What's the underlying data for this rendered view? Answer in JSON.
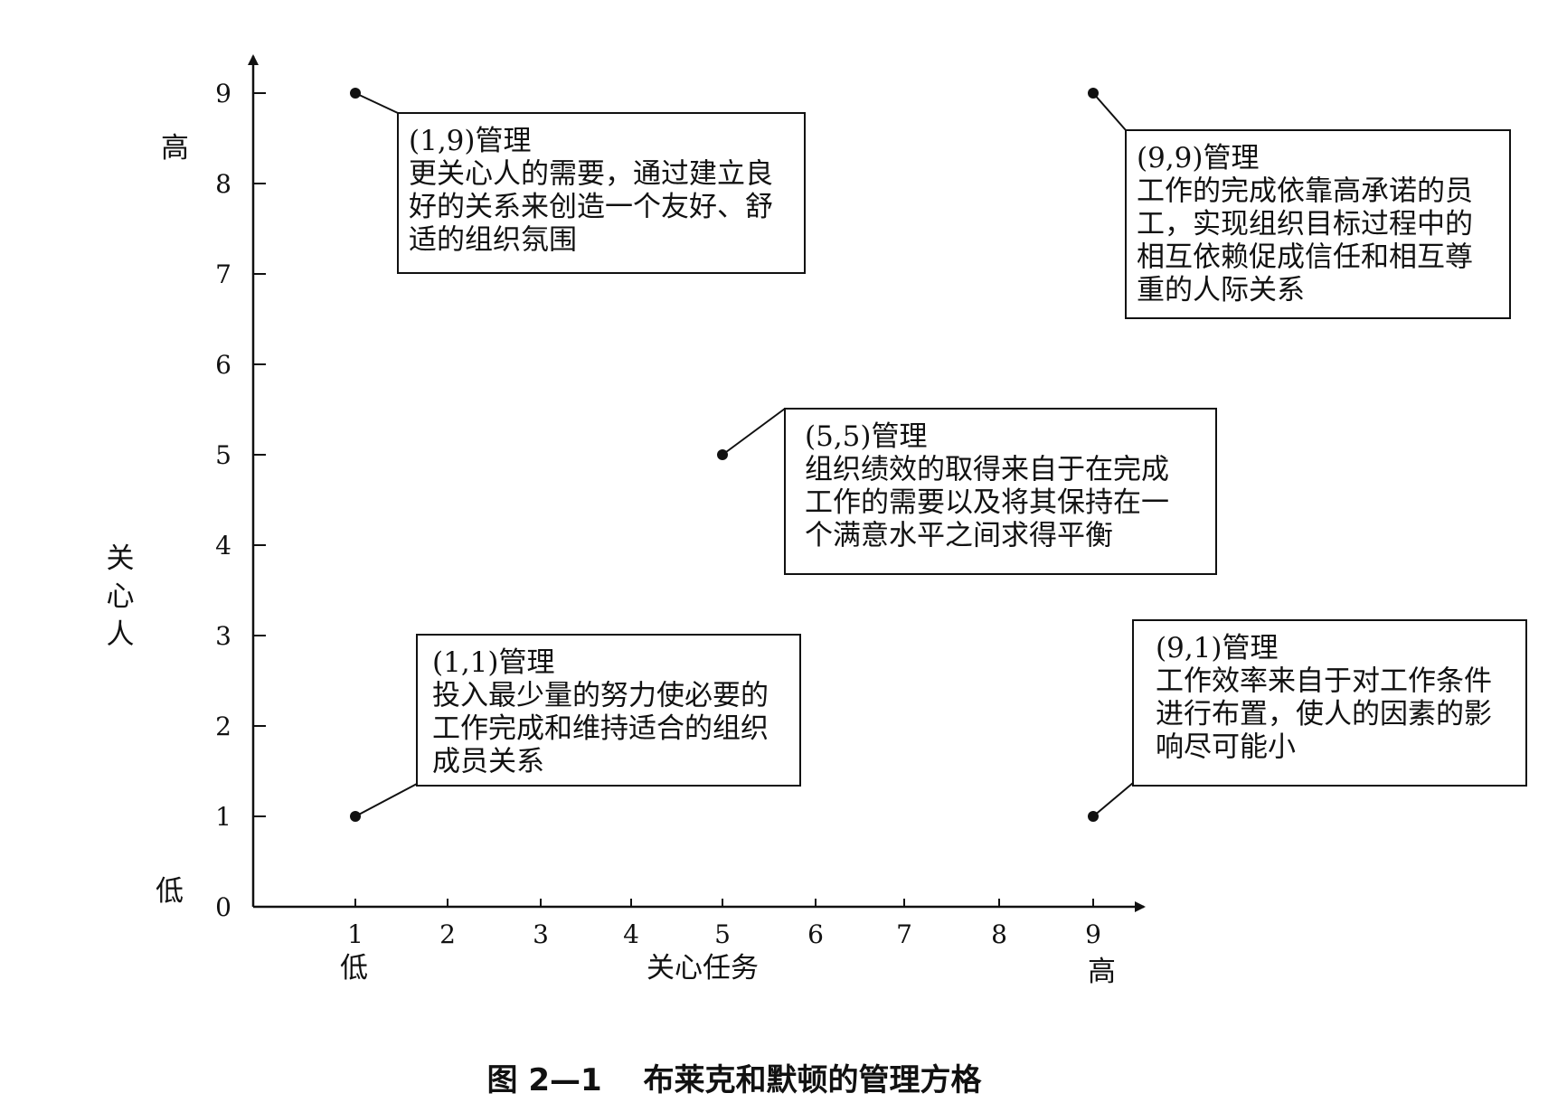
{
  "figure": {
    "caption": "图 2—1　 布莱克和默顿的管理方格"
  },
  "axes": {
    "x_title": "关心任务",
    "y_title": "关心人",
    "x_low": "低",
    "x_high": "高",
    "y_low": "低",
    "y_high": "高",
    "x_ticks": [
      "1",
      "2",
      "3",
      "4",
      "5",
      "6",
      "7",
      "8",
      "9"
    ],
    "y_ticks": [
      "0",
      "1",
      "2",
      "3",
      "4",
      "5",
      "6",
      "7",
      "8",
      "9"
    ]
  },
  "styles": [
    {
      "id": "1-9",
      "x": 1,
      "y": 9,
      "title": "(1,9)管理",
      "lines": [
        "更关心人的需要，通过建立良",
        "好的关系来创造一个友好、舒",
        "适的组织氛围"
      ]
    },
    {
      "id": "9-9",
      "x": 9,
      "y": 9,
      "title": "(9,9)管理",
      "lines": [
        "工作的完成依靠高承诺的员",
        "工，实现组织目标过程中的",
        "相互依赖促成信任和相互尊",
        "重的人际关系"
      ]
    },
    {
      "id": "5-5",
      "x": 5,
      "y": 5,
      "title": "(5,5)管理",
      "lines": [
        "组织绩效的取得来自于在完成",
        "工作的需要以及将其保持在一",
        "个满意水平之间求得平衡"
      ]
    },
    {
      "id": "1-1",
      "x": 1,
      "y": 1,
      "title": "(1,1)管理",
      "lines": [
        "投入最少量的努力使必要的",
        "工作完成和维持适合的组织",
        "成员关系"
      ]
    },
    {
      "id": "9-1",
      "x": 9,
      "y": 1,
      "title": "(9,1)管理",
      "lines": [
        "工作效率来自于对工作条件",
        "进行布置，使人的因素的影",
        "响尽可能小"
      ]
    }
  ]
}
